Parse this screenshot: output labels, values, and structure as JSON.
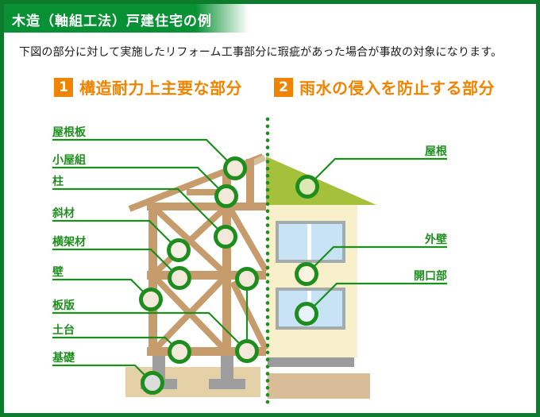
{
  "header": {
    "title": "木造（軸組工法）戸建住宅の例"
  },
  "intro": {
    "text": "下図の部分に対して実施したリフォーム工事部分に瑕疵があった場合が事故の対象になります。"
  },
  "sections": [
    {
      "number": "1",
      "title": "構造耐力上主要な部分"
    },
    {
      "number": "2",
      "title": "雨水の侵入を防止する部分"
    }
  ],
  "diagram": {
    "structural_labels": [
      "屋根板",
      "小屋組",
      "柱",
      "斜材",
      "横架材",
      "壁",
      "板版",
      "土台",
      "基礎"
    ],
    "waterproof_labels": [
      "屋根",
      "外壁",
      "開口部"
    ]
  },
  "colors": {
    "border_green": "#0c7c2c",
    "header_green": "#089134",
    "label_green": "#1d8e1d",
    "accent_orange": "#f08300",
    "timber_tan": "#c69c6d",
    "roof_green": "#a5c13c",
    "wall_cream": "#f8efcb",
    "window_blue": "#c9e3f6",
    "ground_beige": "#e4d1a8",
    "foundation_gray": "#9e9e9e"
  }
}
